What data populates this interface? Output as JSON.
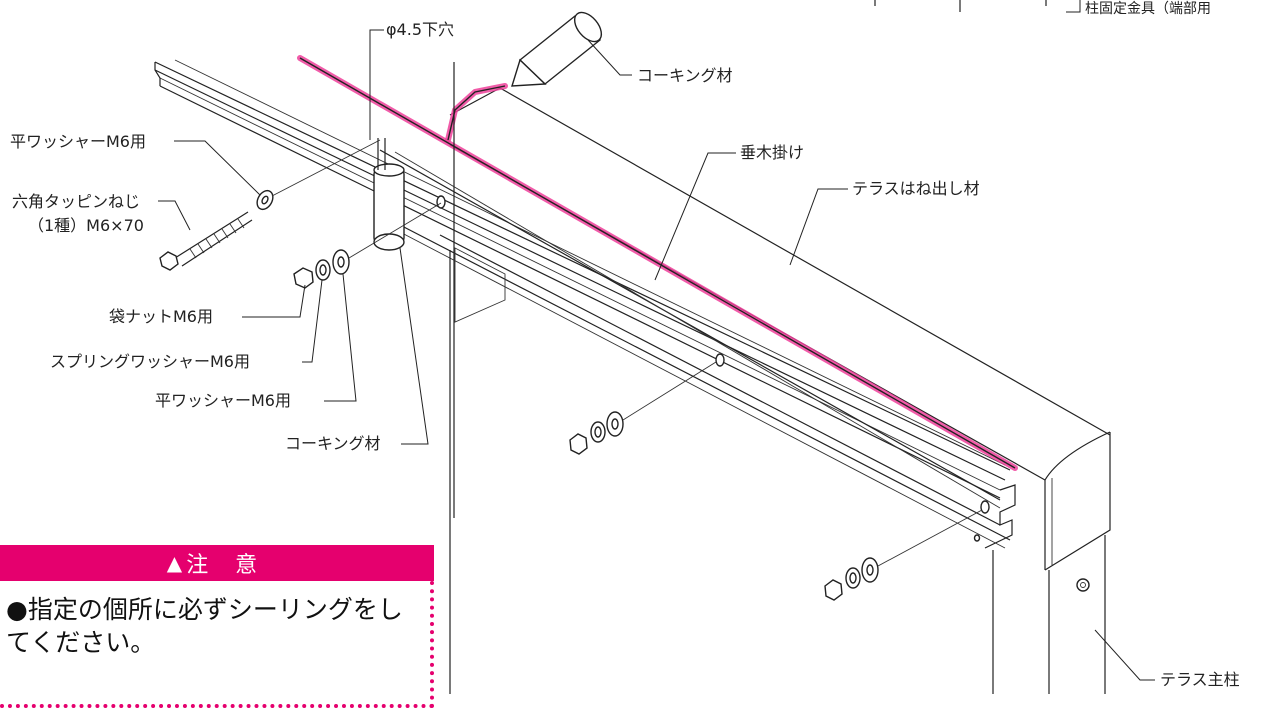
{
  "labels": {
    "pilot_hole": "φ4.5下穴",
    "caulking_top": "コーキング材",
    "flat_washer_top": "平ワッシャーM6用",
    "hex_screw_line1": "六角タッピンねじ",
    "hex_screw_line2": "（1種）M6×70",
    "rafter_hanger": "垂木掛け",
    "terrace_overhang": "テラスはね出し材",
    "cap_nut": "袋ナットM6用",
    "spring_washer": "スプリングワッシャーM6用",
    "flat_washer_bottom": "平ワッシャーM6用",
    "caulking_bottom": "コーキング材",
    "terrace_post": "テラス主柱",
    "post_bracket": "柱固定金具（端部用"
  },
  "caution": {
    "icon": "warning-triangle-icon",
    "title": "注 意",
    "body": "●指定の個所に必ずシーリングをしてください。",
    "accent_color": "#e5006e"
  },
  "colors": {
    "sealing_highlight": "#ee3f9a",
    "line": "#222222"
  }
}
